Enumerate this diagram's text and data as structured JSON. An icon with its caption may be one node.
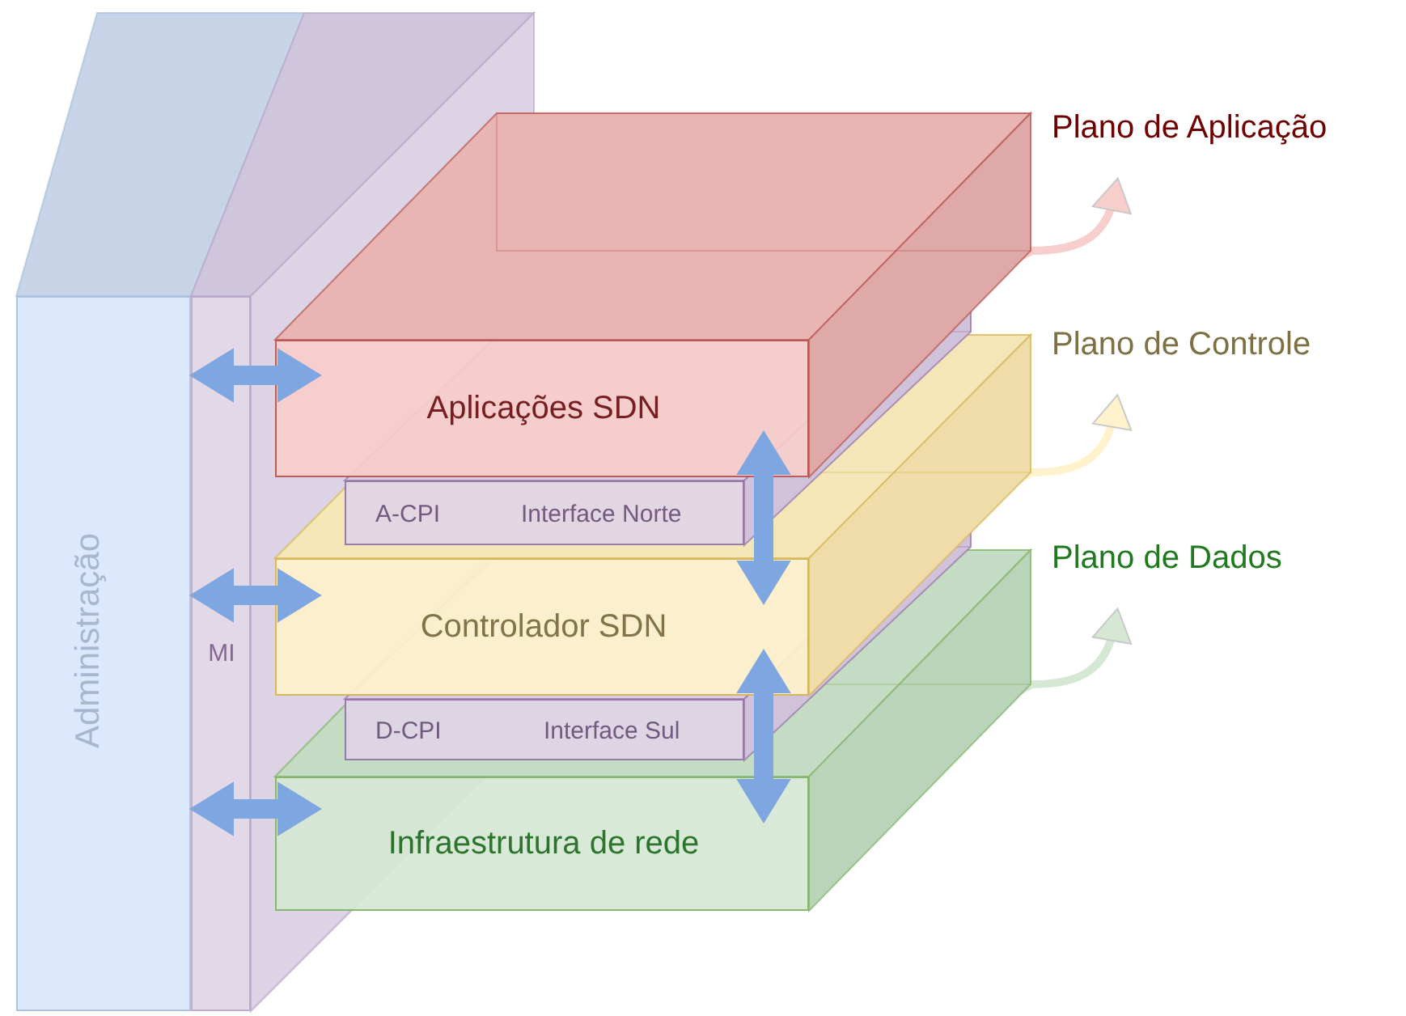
{
  "diagram": {
    "nodes": [
      {
        "text": [
          "Administração"
        ]
      },
      {
        "text": [
          "MI"
        ]
      },
      {
        "text": [
          "Aplicações SDN"
        ]
      },
      {
        "text": [
          "A-CPI",
          "Interface Norte"
        ]
      },
      {
        "text": [
          "Controlador SDN"
        ]
      },
      {
        "text": [
          "D-CPI",
          "Interface Sul"
        ]
      },
      {
        "text": [
          "Infraestrutura de rede"
        ]
      },
      {
        "text": [
          "Plano de Aplicação"
        ]
      },
      {
        "text": [
          "Plano de Controle"
        ]
      },
      {
        "text": [
          "Plano de Dados"
        ]
      }
    ],
    "edges": [
      {
        "from": 1,
        "to": 2,
        "arrow": "both"
      },
      {
        "from": 1,
        "to": 4,
        "arrow": "both"
      },
      {
        "from": 1,
        "to": 6,
        "arrow": "both"
      },
      {
        "from": 2,
        "to": 4,
        "arrow": "both"
      },
      {
        "from": 4,
        "to": 6,
        "arrow": "both"
      },
      {
        "from": 2,
        "to": 7,
        "arrow": "to",
        "color": "#f8cecc"
      },
      {
        "from": 4,
        "to": 8,
        "arrow": "to",
        "color": "#fff2cc"
      },
      {
        "from": 6,
        "to": 9,
        "arrow": "to",
        "color": "#d5e8d4"
      }
    ]
  }
}
